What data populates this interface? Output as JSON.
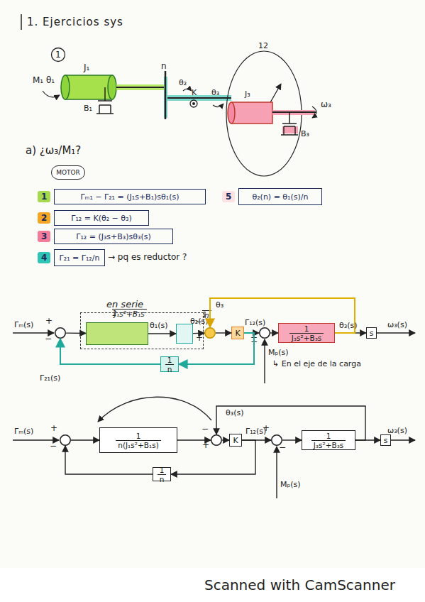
{
  "diagram": {
    "title": "1. Ejercicios sys",
    "nodes": [
      {
        "text": [
          "MOTOR"
        ]
      },
      {
        "text": [
          "1",
          "Γₘ₁ − Γ₂₁ = (J₁s+B₁)sθ₁(s)"
        ]
      },
      {
        "text": [
          "2",
          "Γ₁₂ = K(θ₂ − θ₃)"
        ]
      },
      {
        "text": [
          "3",
          "Γ₁₂ = (J₃s+B₃)sθ₃(s)"
        ]
      },
      {
        "text": [
          "4",
          "Γ₂₁ = Γ₁₂/n"
        ]
      },
      {
        "text": [
          "5",
          "θ₂(n) = θ₁(s)/n"
        ]
      },
      {
        "text": [
          "en serie"
        ]
      },
      {
        "text": [
          "1",
          "J₁s²+B₁s"
        ],
        "in": 6
      },
      {
        "text": [
          "1",
          "n"
        ],
        "in": 6
      },
      {
        "text": [
          "+",
          "−"
        ]
      },
      {
        "text": [
          "+",
          "−"
        ]
      },
      {
        "text": [
          "K"
        ]
      },
      {
        "text": [
          "+",
          "−"
        ]
      },
      {
        "text": [
          "1",
          "J₃s²+B₃s"
        ]
      },
      {
        "text": [
          "s"
        ]
      },
      {
        "text": [
          "1",
          "n"
        ]
      },
      {
        "text": [
          "+",
          "−"
        ]
      },
      {
        "text": [
          "1",
          "n(J₁s²+B₁s)"
        ]
      },
      {
        "text": [
          "+",
          "−"
        ]
      },
      {
        "text": [
          "K"
        ]
      },
      {
        "text": [
          "+",
          "−"
        ]
      },
      {
        "text": [
          "1",
          "J₃s²+B₃s"
        ]
      },
      {
        "text": [
          "s"
        ]
      },
      {
        "text": [
          "1",
          "n"
        ]
      }
    ],
    "edges": [
      {
        "from": 9,
        "to": 7,
        "arrow": "to"
      },
      {
        "from": 7,
        "to": 8,
        "label": "θ₁(s)",
        "arrow": "to"
      },
      {
        "from": 8,
        "to": 10,
        "label": "θ₂(s)",
        "arrow": "to"
      },
      {
        "from": 10,
        "to": 11,
        "arrow": "to"
      },
      {
        "from": 11,
        "to": 12,
        "label": "Γ₁₂(s)",
        "arrow": "to"
      },
      {
        "from": 12,
        "to": 13,
        "arrow": "to"
      },
      {
        "from": 13,
        "to": 14,
        "label": "θ₃(s)",
        "arrow": "to"
      },
      {
        "from": 13,
        "to": 10,
        "label": "θ₃",
        "arrow": "to"
      },
      {
        "from": 11,
        "to": 15,
        "arrow": "to"
      },
      {
        "from": 15,
        "to": 9,
        "label": "Γ₂₁(s)",
        "arrow": "to"
      },
      {
        "from": 16,
        "to": 17,
        "arrow": "to"
      },
      {
        "from": 17,
        "to": 18,
        "arrow": "to"
      },
      {
        "from": 18,
        "to": 19,
        "arrow": "to"
      },
      {
        "from": 19,
        "to": 20,
        "label": "Γ₁₂(s)",
        "arrow": "to"
      },
      {
        "from": 20,
        "to": 21,
        "arrow": "to"
      },
      {
        "from": 21,
        "to": 22,
        "arrow": "to"
      },
      {
        "from": 21,
        "to": 18,
        "label": "θ₃(s)",
        "arrow": "to"
      },
      {
        "from": 19,
        "to": 23,
        "arrow": "to"
      },
      {
        "from": 23,
        "to": 16,
        "arrow": "to"
      }
    ],
    "labels": [
      "1",
      "M₁ θ₁",
      "J₁",
      "B₁",
      "n",
      "θ₂",
      "K",
      "θ₃",
      "12",
      "J₃",
      "ω₃",
      "B₃",
      "a) ¿ω₃/M₁?",
      "→ pq es reductor ?",
      "Γₘ(s)",
      "ω₃(s)",
      "Mₚ(s)",
      "↳ En el eje de la carga",
      "Γₘ(s)",
      "ω₃(s)",
      "Mₚ(s)",
      "Scanned with CamScanner"
    ]
  }
}
